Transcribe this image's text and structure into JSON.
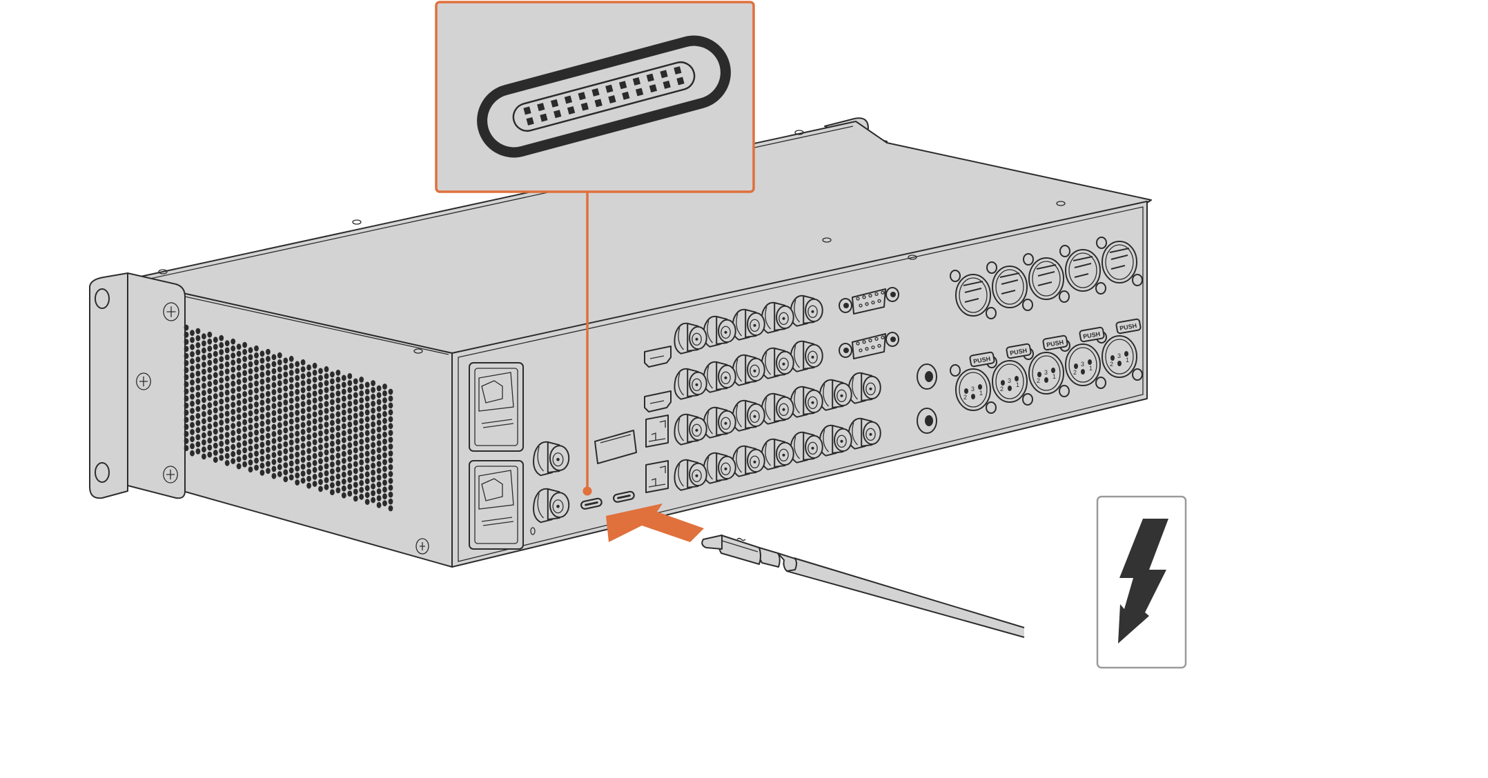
{
  "figure": {
    "title": "Thunderbolt 3 connection diagram",
    "device": "rack-mount converter (rear view)",
    "callout": {
      "subject": "USB-C / Thunderbolt 3 port close-up",
      "pin_rows": 2,
      "pins_per_row": 12
    },
    "ports": {
      "power_inlets": 2,
      "reference_bnc": 2,
      "usb_c_ports": 2,
      "hdmi_ports": 2,
      "sfp_cages": 2,
      "sfp_module": 1,
      "bnc_rows": [
        5,
        5,
        7,
        7
      ],
      "rs422_db9": 2,
      "xlr_male_outputs": 5,
      "xlr_female_inputs": 5,
      "xlr_push_label": "PUSH",
      "xlr_pin_labels": [
        "1",
        "2",
        "3"
      ]
    },
    "cable": "Thunderbolt cable",
    "badge_icon": "thunderbolt-icon"
  },
  "colors": {
    "accent": "#E0703C",
    "device_fill": "#D3D3D3",
    "outline": "#2B2B2B",
    "badge_border": "#9A9A9A"
  }
}
